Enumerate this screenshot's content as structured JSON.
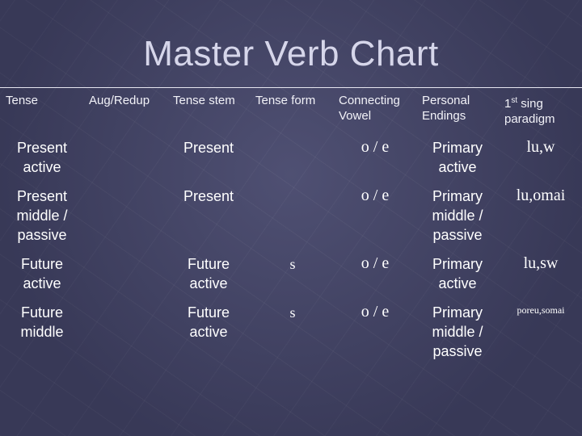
{
  "title": "Master Verb Chart",
  "headers": {
    "tense": "Tense",
    "aug_redup": "Aug/Redup",
    "tense_stem": "Tense stem",
    "tense_form": "Tense form",
    "connecting_vowel": "Connecting Vowel",
    "personal_endings": "Personal Endings",
    "paradigm_prefix": "1",
    "paradigm_sup": "st",
    "paradigm_rest": " sing paradigm"
  },
  "rows": [
    {
      "tense": "Present active",
      "aug_redup": "",
      "tense_stem": "Present",
      "tense_form": "",
      "connecting_vowel": "o / e",
      "personal_endings": "Primary active",
      "paradigm": "lu,w"
    },
    {
      "tense": "Present middle / passive",
      "aug_redup": "",
      "tense_stem": "Present",
      "tense_form": "",
      "connecting_vowel": "o / e",
      "personal_endings": "Primary middle / passive",
      "paradigm": "lu,omai"
    },
    {
      "tense": "Future active",
      "aug_redup": "",
      "tense_stem": "Future active",
      "tense_form": "s",
      "connecting_vowel": "o / e",
      "personal_endings": "Primary active",
      "paradigm": "lu,sw"
    },
    {
      "tense": "Future middle",
      "aug_redup": "",
      "tense_stem": "Future active",
      "tense_form": "s",
      "connecting_vowel": "o / e",
      "personal_endings": "Primary middle / passive",
      "paradigm": "poreu,somai"
    }
  ]
}
